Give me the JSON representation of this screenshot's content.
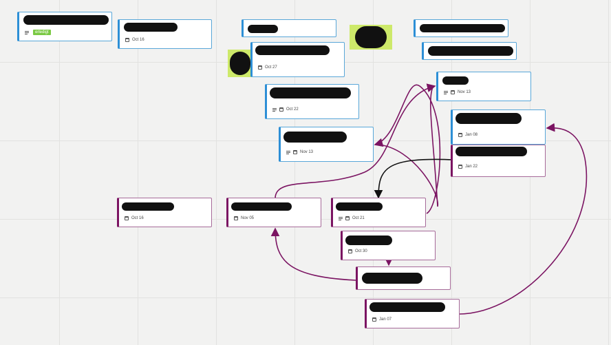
{
  "cards": {
    "c1": {
      "tag": "erledigt"
    },
    "c2": {
      "date": "Oct 16"
    },
    "c4": {
      "date": "Oct 27"
    },
    "c7": {
      "date": "Oct 22"
    },
    "c8": {
      "date": "Nov 13"
    },
    "c9": {
      "date": "Nov 13"
    },
    "c10": {
      "date": "Jan 08"
    },
    "c11": {
      "date": "Jan 22"
    },
    "c12": {
      "date": "Oct 16"
    },
    "c13": {
      "date": "Nov 05"
    },
    "c14": {
      "date": "Oct 21"
    },
    "c15": {
      "date": "Oct 30"
    },
    "c17": {
      "date": "Jan 07"
    }
  },
  "colors": {
    "board_bg": "#f2f2f1",
    "blue_accent": "#2d8fd6",
    "purple_accent": "#7b1462",
    "connector_purple": "#7b1462",
    "connector_black": "#111111",
    "sticky_yellow": "#cde96a",
    "tag_green": "#7ac943"
  }
}
